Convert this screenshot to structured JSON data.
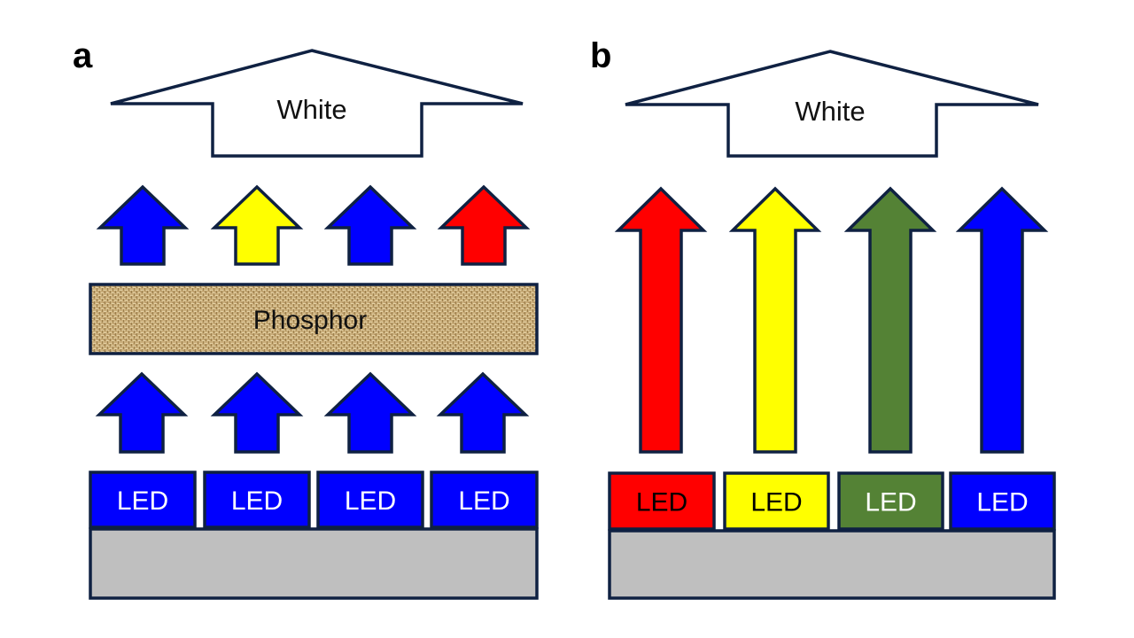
{
  "panels": [
    {
      "id": "a",
      "label": "a",
      "output_label": "White",
      "phosphor": {
        "label": "Phosphor",
        "color": "#c4a874"
      },
      "top_arrows": [
        {
          "color": "#0000ff",
          "name": "blue"
        },
        {
          "color": "#ffff00",
          "name": "yellow"
        },
        {
          "color": "#0000ff",
          "name": "blue"
        },
        {
          "color": "#ff0000",
          "name": "red"
        }
      ],
      "bottom_arrows": [
        {
          "color": "#0000ff",
          "name": "blue"
        },
        {
          "color": "#0000ff",
          "name": "blue"
        },
        {
          "color": "#0000ff",
          "name": "blue"
        },
        {
          "color": "#0000ff",
          "name": "blue"
        }
      ],
      "leds": [
        {
          "label": "LED",
          "color": "#0000ff",
          "text_color": "#ffffff"
        },
        {
          "label": "LED",
          "color": "#0000ff",
          "text_color": "#ffffff"
        },
        {
          "label": "LED",
          "color": "#0000ff",
          "text_color": "#ffffff"
        },
        {
          "label": "LED",
          "color": "#0000ff",
          "text_color": "#ffffff"
        }
      ],
      "substrate_color": "#bfbfbf"
    },
    {
      "id": "b",
      "label": "b",
      "output_label": "White",
      "arrows": [
        {
          "color": "#ff0000",
          "name": "red"
        },
        {
          "color": "#ffff00",
          "name": "yellow"
        },
        {
          "color": "#548235",
          "name": "green"
        },
        {
          "color": "#0000ff",
          "name": "blue"
        }
      ],
      "leds": [
        {
          "label": "LED",
          "color": "#ff0000",
          "text_color": "#000000"
        },
        {
          "label": "LED",
          "color": "#ffff00",
          "text_color": "#000000"
        },
        {
          "label": "LED",
          "color": "#548235",
          "text_color": "#ffffff"
        },
        {
          "label": "LED",
          "color": "#0000ff",
          "text_color": "#ffffff"
        }
      ],
      "substrate_color": "#bfbfbf"
    }
  ],
  "colors": {
    "outline": "#0f2142"
  }
}
